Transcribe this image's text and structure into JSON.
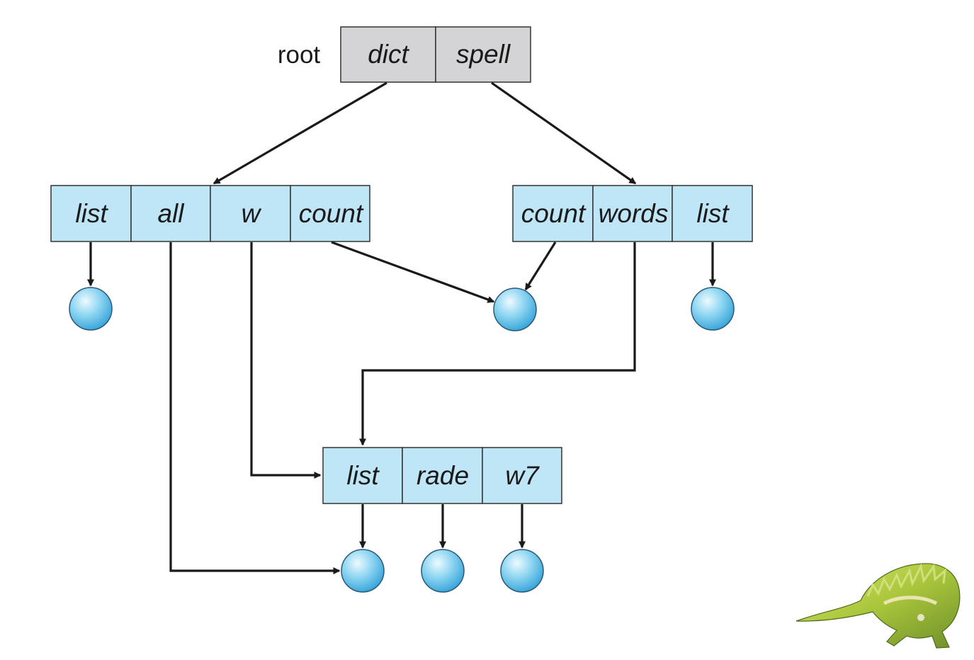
{
  "figure": {
    "root_label": "root",
    "root_dir": {
      "entries": [
        "dict",
        "spell"
      ]
    },
    "dict_dir": {
      "entries": [
        "list",
        "all",
        "w",
        "count"
      ]
    },
    "spell_dir": {
      "entries": [
        "count",
        "words",
        "list"
      ]
    },
    "shared_dir": {
      "entries": [
        "list",
        "rade",
        "w7"
      ]
    }
  },
  "colors": {
    "root_fill": "#d4d4d6",
    "dir_fill": "#bfe6f7",
    "node_fill_light": "#e6f7fd",
    "node_fill_dark": "#3fb0e0",
    "edge": "#1a1a1a"
  },
  "icons": {
    "corner_mascot": "dinosaur-icon"
  }
}
